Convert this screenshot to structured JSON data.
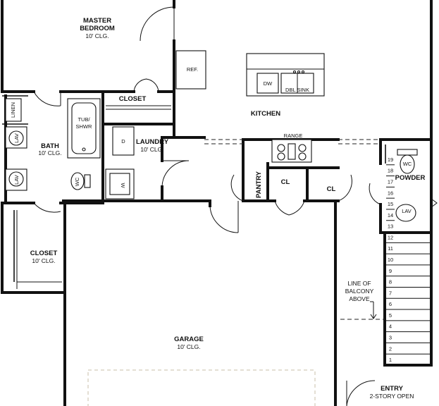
{
  "rooms": {
    "master_bedroom": {
      "name1": "MASTER",
      "name2": "BEDROOM",
      "ceiling": "10' CLG."
    },
    "closet_top": {
      "name": "CLOSET"
    },
    "kitchen": {
      "name": "KITCHEN"
    },
    "bath": {
      "name": "BATH",
      "ceiling": "10' CLG."
    },
    "laundry": {
      "name": "LAUNDRY",
      "ceiling": "10' CLG."
    },
    "closet_left": {
      "name": "CLOSET",
      "ceiling": "10' CLG."
    },
    "garage": {
      "name": "GARAGE",
      "ceiling": "10' CLG."
    },
    "powder": {
      "name": "POWDER"
    },
    "entry": {
      "name": "ENTRY",
      "note": "2-STORY OPEN"
    },
    "pantry": {
      "name": "PANTRY"
    },
    "cl_1": {
      "name": "CL"
    },
    "cl_2": {
      "name": "CL"
    }
  },
  "fixtures": {
    "ref": "REF.",
    "dw": "DW",
    "dbl_sink": "DBL SINK",
    "range": "RANGE",
    "linen": "LINEN",
    "tub1": "TUB/",
    "tub2": "SHWR",
    "lav_bath_top": "LAV",
    "lav_bath_bottom": "LAV",
    "wc_bath": "WC",
    "dryer": "D",
    "washer": "W",
    "wc_powder": "WC",
    "lav_powder": "LAV"
  },
  "annotations": {
    "balcony1": "LINE OF",
    "balcony2": "BALCONY",
    "balcony3": "ABOVE"
  },
  "stairs": {
    "steps": [
      "19",
      "18",
      "17",
      "16",
      "15",
      "14",
      "13",
      "12",
      "11",
      "10",
      "9",
      "8",
      "7",
      "6",
      "5",
      "4",
      "3",
      "2",
      "1"
    ]
  }
}
